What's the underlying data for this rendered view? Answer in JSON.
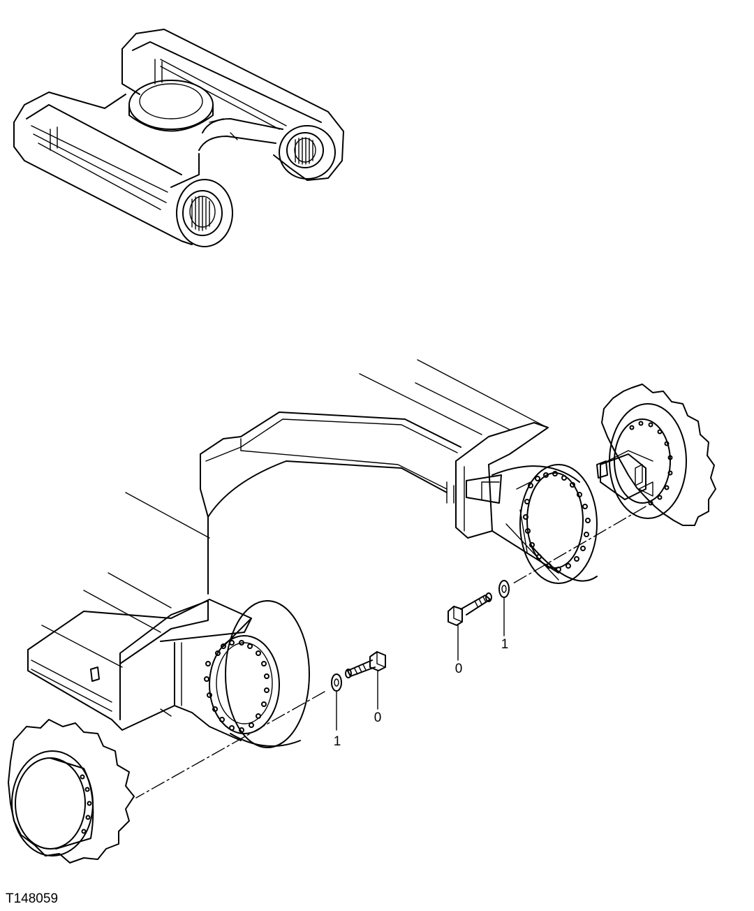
{
  "figure": {
    "id_label": "T148059"
  },
  "callouts": {
    "right_bolt": "0",
    "right_washer": "1",
    "left_bolt": "0",
    "left_washer": "1"
  }
}
